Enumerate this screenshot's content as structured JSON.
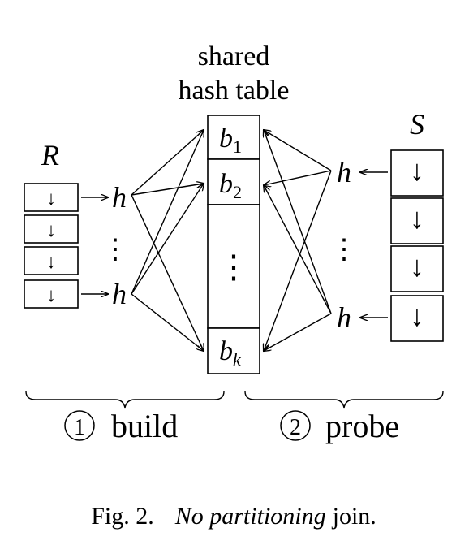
{
  "table": {
    "title_line1": "shared",
    "title_line2": "hash table",
    "buckets": [
      {
        "label": "b",
        "sub": "1"
      },
      {
        "label": "b",
        "sub": "2"
      },
      {
        "label": "⋮",
        "sub": ""
      },
      {
        "label": "b",
        "sub": "k"
      }
    ]
  },
  "left": {
    "relation": "R",
    "tuple_symbol": "↓",
    "hash_label": "h",
    "vdots": "⋮"
  },
  "right": {
    "relation": "S",
    "tuple_symbol": "↓",
    "hash_label": "h",
    "vdots": "⋮"
  },
  "phases": {
    "build_num": "1",
    "build": "build",
    "probe_num": "2",
    "probe": "probe"
  },
  "caption": {
    "prefix": "Fig. 2.",
    "emph": "No partitioning",
    "suffix": "join."
  }
}
